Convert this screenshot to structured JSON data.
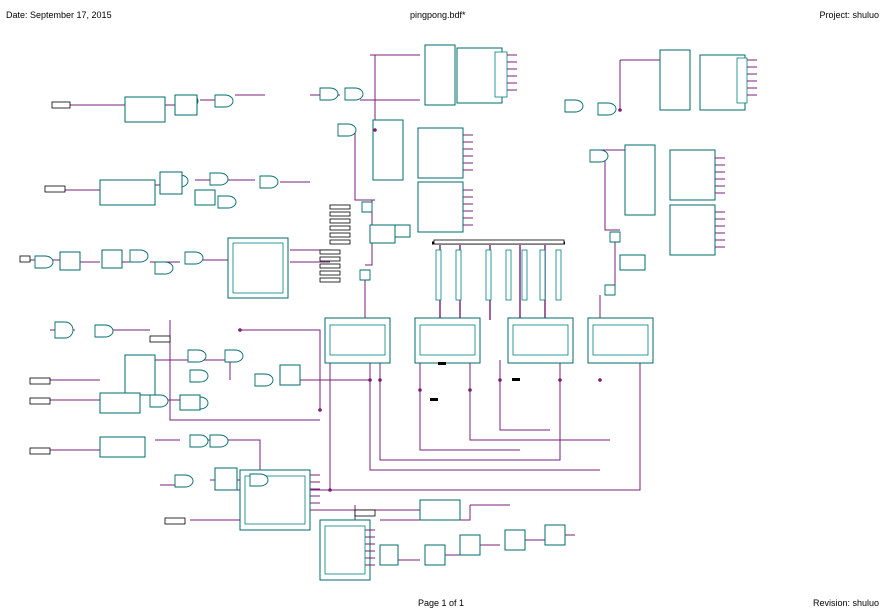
{
  "header": {
    "date": "Date: September 17, 2015",
    "title": "pingpong.bdf*",
    "project": "Project: shuluo"
  },
  "footer": {
    "page": "Page 1 of 1",
    "revision": "Revision: shuluo"
  },
  "colors": {
    "wire": "#7a1f78",
    "block_outline": "#006b6b",
    "background": "#ffffff"
  }
}
